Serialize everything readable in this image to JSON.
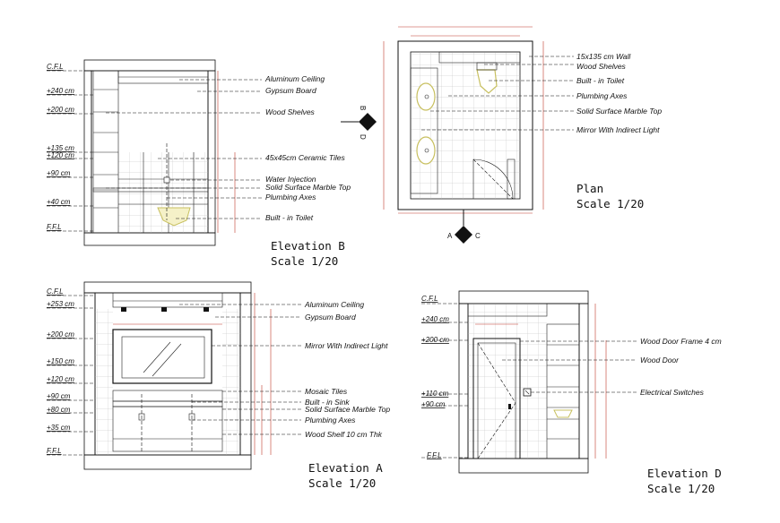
{
  "drawing": {
    "colors": {
      "line": "#111111",
      "dimension": "#c0392b",
      "fixture": "#c8c060",
      "paper": "#ffffff"
    }
  },
  "elevation_b": {
    "title": "Elevation B",
    "scale": "Scale 1/20",
    "levels": [
      "C.F.L",
      "+240 cm",
      "+200 cm",
      "+135 cm",
      "+120 cm",
      "+90 cm",
      "+40 cm",
      "F.F.L"
    ],
    "callouts": [
      "Aluminum Ceiling",
      "Gypsum Board",
      "Wood Shelves",
      "45x45cm Ceramic Tiles",
      "Water Injection",
      "Solid Surface Marble Top",
      "Plumbing Axes",
      "Built - in Toilet"
    ]
  },
  "plan": {
    "title": "Plan",
    "scale": "Scale 1/20",
    "section_marks": {
      "top": "B",
      "right": "D",
      "bottom_left": "A",
      "bottom_right": "C"
    },
    "callouts": [
      "15x135 cm Wall",
      "Wood Shelves",
      "Built - in Toilet",
      "Plumbing Axes",
      "Solid Surface Marble Top",
      "Mirror With Indirect Light"
    ]
  },
  "elevation_a": {
    "title": "Elevation A",
    "scale": "Scale 1/20",
    "levels": [
      "C.F.L",
      "+253 cm",
      "+200 cm",
      "+150 cm",
      "+120 cm",
      "+90 cm",
      "+80 cm",
      "+35 cm",
      "F.F.L"
    ],
    "callouts": [
      "Aluminum Ceiling",
      "Gypsum Board",
      "Mirror With Indirect Light",
      "Mosaic Tiles",
      "Built - in Sink",
      "Solid Surface Marble Top",
      "Plumbing Axes",
      "Wood Shelf 10 cm Thk"
    ]
  },
  "elevation_d": {
    "title": "Elevation D",
    "scale": "Scale 1/20",
    "levels": [
      "C.F.L",
      "+240 cm",
      "+200 cm",
      "+110 cm",
      "+90 cm",
      "F.F.L"
    ],
    "callouts": [
      "Wood Door Frame 4 cm",
      "Wood Door",
      "Electrical Switches"
    ]
  }
}
